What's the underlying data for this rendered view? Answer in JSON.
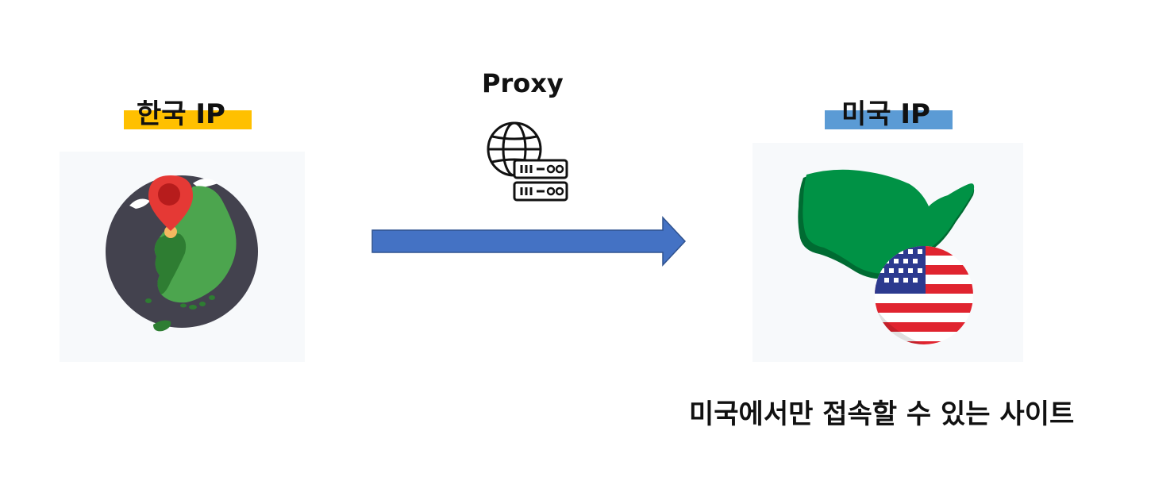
{
  "left_label": {
    "text": "한국 IP",
    "highlight_color": "#FFC000"
  },
  "middle_label": {
    "text": "Proxy"
  },
  "right_label": {
    "text": "미국 IP",
    "highlight_color": "#5B9BD5"
  },
  "caption": {
    "text": "미국에서만 접속할 수 있는 사이트"
  },
  "icons": {
    "left": "korea-globe-pin-icon",
    "middle": "proxy-server-globe-icon",
    "right": "usa-map-flag-icon",
    "arrow": "right-arrow"
  },
  "colors": {
    "arrow_fill": "#4472C4",
    "arrow_stroke": "#2F528F",
    "globe_dark": "#43424E",
    "korea_green": "#4CA54E",
    "pin_red": "#E53935",
    "usa_green": "#009245",
    "flag_red": "#E0242F",
    "flag_blue": "#2C3A8F"
  }
}
